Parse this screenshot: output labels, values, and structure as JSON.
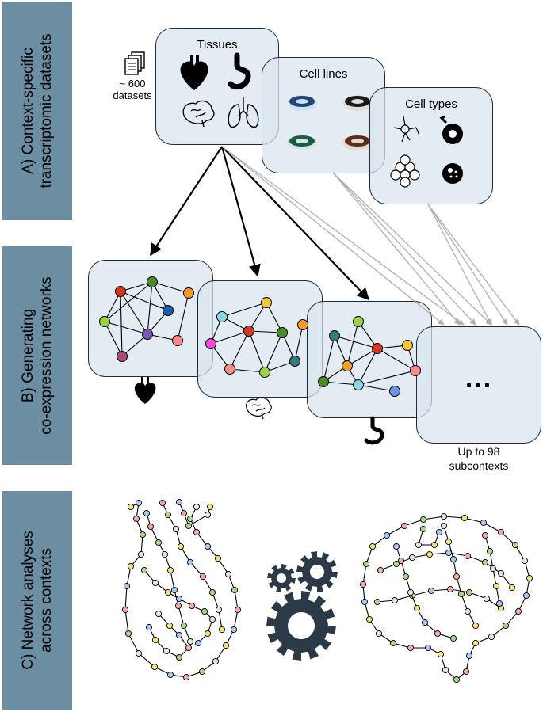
{
  "section_a": {
    "label_line1": "A)  Context-specific",
    "label_line2": "transcriptomic datasets"
  },
  "section_b": {
    "label_line1": "B)  Generating",
    "label_line2": "co-expression networks"
  },
  "section_c": {
    "label_line1": "C)  Network analyses",
    "label_line2": "across contexts"
  },
  "datasets": {
    "count": "~ 600",
    "label": "datasets"
  },
  "panels": {
    "tissues": "Tissues",
    "cell_lines": "Cell lines",
    "cell_types": "Cell types"
  },
  "ellipsis": "...",
  "subcontexts": {
    "line1": "Up to 98",
    "line2": "subcontexts"
  },
  "colors": {
    "sidebar": "#6b8ea3",
    "panel_fill": "#dae5ee",
    "gear": "#2c3a48",
    "arrow_light": "#b0b0b0"
  }
}
